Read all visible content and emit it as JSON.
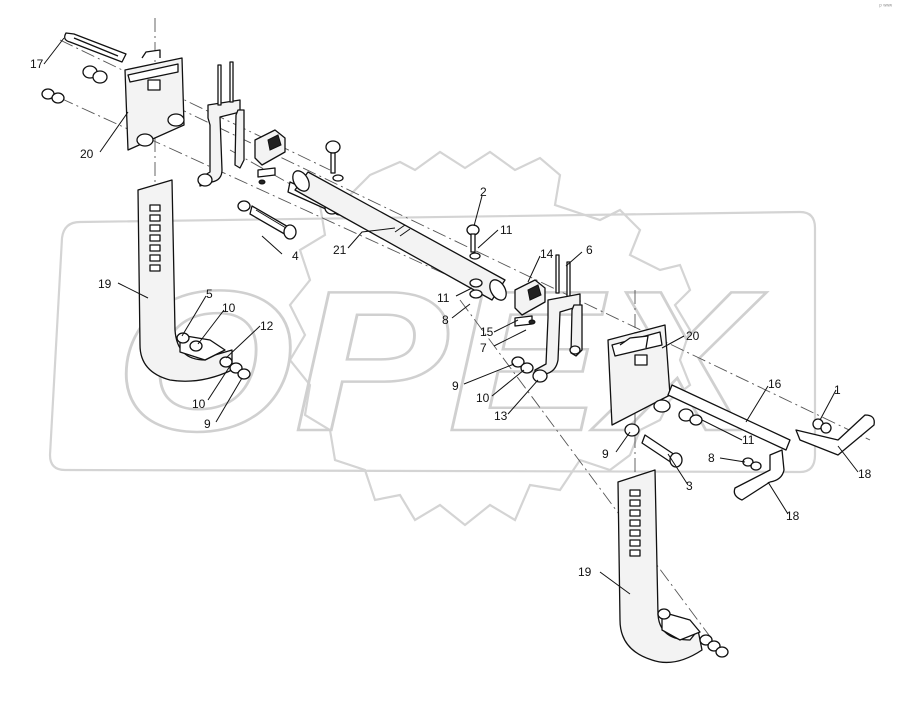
{
  "watermark": {
    "text": "OPEX"
  },
  "corner_mark": "ᵖ ʷʷʷ",
  "callouts": [
    {
      "id": "c17a",
      "label": "17"
    },
    {
      "id": "c20a",
      "label": "20"
    },
    {
      "id": "c19a",
      "label": "19"
    },
    {
      "id": "c4",
      "label": "4"
    },
    {
      "id": "c21",
      "label": "21"
    },
    {
      "id": "c2",
      "label": "2"
    },
    {
      "id": "c11a",
      "label": "11"
    },
    {
      "id": "c14",
      "label": "14"
    },
    {
      "id": "c6",
      "label": "6"
    },
    {
      "id": "c11b",
      "label": "11"
    },
    {
      "id": "c8a",
      "label": "8"
    },
    {
      "id": "c15",
      "label": "15"
    },
    {
      "id": "c7",
      "label": "7"
    },
    {
      "id": "c5",
      "label": "5"
    },
    {
      "id": "c10a",
      "label": "10"
    },
    {
      "id": "c12",
      "label": "12"
    },
    {
      "id": "c10b",
      "label": "10"
    },
    {
      "id": "c9a",
      "label": "9"
    },
    {
      "id": "c9b",
      "label": "9"
    },
    {
      "id": "c10c",
      "label": "10"
    },
    {
      "id": "c13",
      "label": "13"
    },
    {
      "id": "c20b",
      "label": "20"
    },
    {
      "id": "c16",
      "label": "16"
    },
    {
      "id": "c1",
      "label": "1"
    },
    {
      "id": "c11c",
      "label": "11"
    },
    {
      "id": "c9c",
      "label": "9"
    },
    {
      "id": "c8b",
      "label": "8"
    },
    {
      "id": "c18a",
      "label": "18"
    },
    {
      "id": "c3",
      "label": "3"
    },
    {
      "id": "c18b",
      "label": "18"
    },
    {
      "id": "c19b",
      "label": "19"
    }
  ]
}
